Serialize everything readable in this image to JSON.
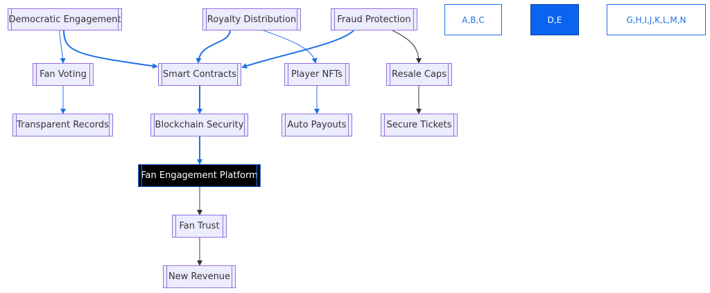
{
  "nodes": {
    "democratic": "Democratic Engagement",
    "royalty": "Royalty Distribution",
    "fraud": "Fraud Protection",
    "fanvoting": "Fan Voting",
    "smart": "Smart Contracts",
    "nfts": "Player NFTs",
    "resale": "Resale Caps",
    "transparent": "Transparent Records",
    "blockchain": "Blockchain Security",
    "autopay": "Auto Payouts",
    "secure": "Secure Tickets",
    "platform": "Fan Engagement Platform",
    "trust": "Fan Trust",
    "revenue": "New Revenue"
  },
  "legend": {
    "abc": "A,B,C",
    "de": "D,E",
    "ghn": "G,H,I,J,K,L,M,N"
  },
  "colors": {
    "blue_edge": "#1b6fe8",
    "dark_edge": "#333333",
    "node_fill": "#ECECFF",
    "node_border": "#9370DB",
    "platform_fill": "#000000"
  }
}
